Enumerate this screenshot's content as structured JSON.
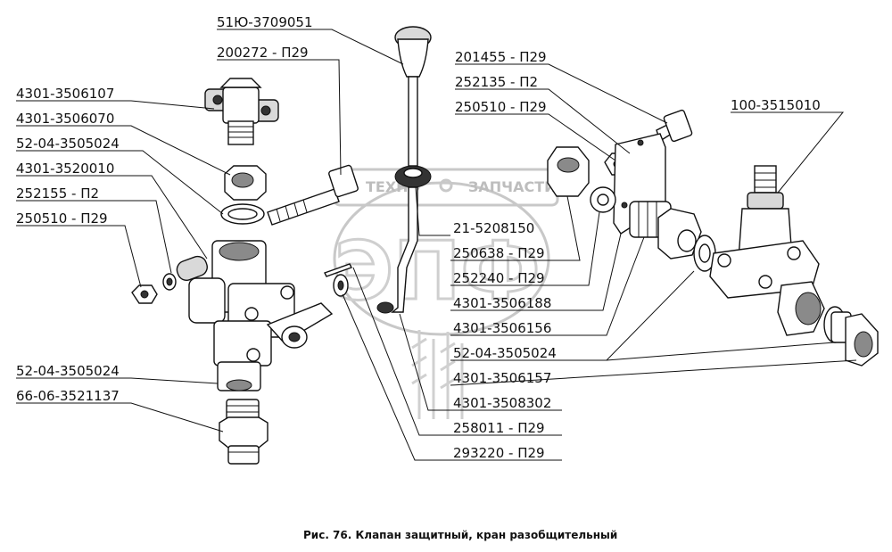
{
  "watermark": {
    "left_text": "ТЕХНО",
    "right_text": "ЗАПЧАСТИ",
    "logo_text": "ЭПФ"
  },
  "caption": "Рис. 76.  Клапан защитный, кран разобщительный",
  "labels": {
    "l_5109": "51Ю-3709051",
    "l_200272": "200272 - П29",
    "l_4301_6107": "4301-3506107",
    "l_4301_6070": "4301-3506070",
    "l_52_5024_a": "52-04-3505024",
    "l_4301_20010": "4301-3520010",
    "l_252155": "252155 - П2",
    "l_250510_a": "250510 - П29",
    "l_52_5024_b": "52-04-3505024",
    "l_66_06": "66-06-3521137",
    "l_201455": "201455 - П29",
    "l_252135": "252135 - П2",
    "l_250510_b": "250510 - П29",
    "l_100_3515010": "100-3515010",
    "l_21_5208150": "21-5208150",
    "l_250638": "250638 - П29",
    "l_252240": "252240 - П29",
    "l_4301_6188": "4301-3506188",
    "l_4301_6156": "4301-3506156",
    "l_52_5024_c": "52-04-3505024",
    "l_4301_6157": "4301-3506157",
    "l_4301_8302": "4301-3508302",
    "l_258011": "258011 - П29",
    "l_293220": "293220 - П29"
  }
}
